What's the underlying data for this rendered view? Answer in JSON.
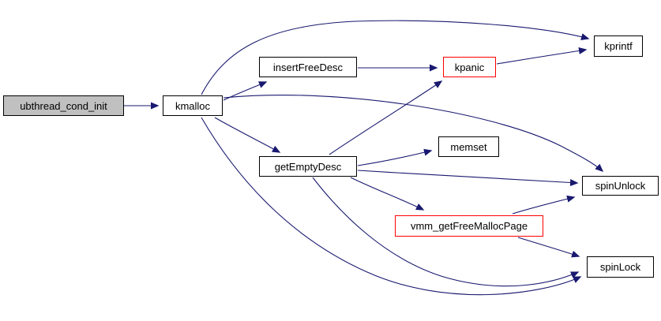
{
  "diagram": {
    "type": "doxygen-call-graph",
    "colors": {
      "background": "#ffffff",
      "edge": "#191970",
      "node_border": "#000000",
      "node_fill": "#ffffff",
      "current_node_fill": "#c0c0c0",
      "truncated_node_border": "#ff0000",
      "text": "#000000"
    },
    "nodes": [
      {
        "id": "ubthread_cond_init",
        "label": "ubthread_cond_init",
        "kind": "current",
        "fill": "#c0c0c0",
        "border": "#000000"
      },
      {
        "id": "kmalloc",
        "label": "kmalloc",
        "kind": "call",
        "fill": "#ffffff",
        "border": "#000000"
      },
      {
        "id": "insertFreeDesc",
        "label": "insertFreeDesc",
        "kind": "call",
        "fill": "#ffffff",
        "border": "#000000"
      },
      {
        "id": "kpanic",
        "label": "kpanic",
        "kind": "truncated",
        "fill": "#ffffff",
        "border": "#ff0000"
      },
      {
        "id": "kprintf",
        "label": "kprintf",
        "kind": "call",
        "fill": "#ffffff",
        "border": "#000000"
      },
      {
        "id": "getEmptyDesc",
        "label": "getEmptyDesc",
        "kind": "call",
        "fill": "#ffffff",
        "border": "#000000"
      },
      {
        "id": "memset",
        "label": "memset",
        "kind": "call",
        "fill": "#ffffff",
        "border": "#000000"
      },
      {
        "id": "spinUnlock",
        "label": "spinUnlock",
        "kind": "call",
        "fill": "#ffffff",
        "border": "#000000"
      },
      {
        "id": "vmm_getFreeMallocPage",
        "label": "vmm_getFreeMallocPage",
        "kind": "truncated",
        "fill": "#ffffff",
        "border": "#ff0000"
      },
      {
        "id": "spinLock",
        "label": "spinLock",
        "kind": "call",
        "fill": "#ffffff",
        "border": "#000000"
      }
    ],
    "edges": [
      {
        "from": "ubthread_cond_init",
        "to": "kmalloc"
      },
      {
        "from": "kmalloc",
        "to": "kprintf"
      },
      {
        "from": "kmalloc",
        "to": "insertFreeDesc"
      },
      {
        "from": "kmalloc",
        "to": "getEmptyDesc"
      },
      {
        "from": "kmalloc",
        "to": "spinUnlock"
      },
      {
        "from": "kmalloc",
        "to": "spinLock"
      },
      {
        "from": "insertFreeDesc",
        "to": "kpanic"
      },
      {
        "from": "kpanic",
        "to": "kprintf"
      },
      {
        "from": "getEmptyDesc",
        "to": "kpanic"
      },
      {
        "from": "getEmptyDesc",
        "to": "memset"
      },
      {
        "from": "getEmptyDesc",
        "to": "spinUnlock"
      },
      {
        "from": "getEmptyDesc",
        "to": "vmm_getFreeMallocPage"
      },
      {
        "from": "getEmptyDesc",
        "to": "spinLock"
      },
      {
        "from": "vmm_getFreeMallocPage",
        "to": "spinUnlock"
      },
      {
        "from": "vmm_getFreeMallocPage",
        "to": "spinLock"
      }
    ]
  }
}
